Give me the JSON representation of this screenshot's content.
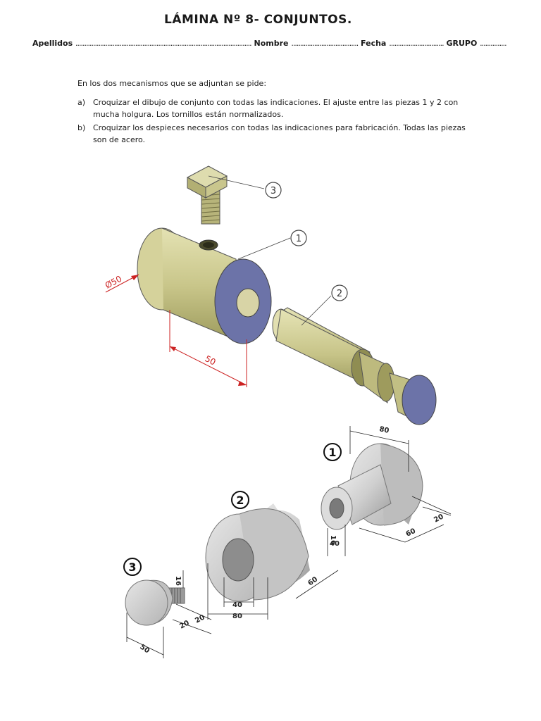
{
  "title": "LÁMINA Nº 8- CONJUNTOS.",
  "header": {
    "apellidos_label": "Apellidos",
    "apellidos_dots": "....................................................................................................",
    "nombre_label": "Nombre",
    "nombre_dots": "......................................",
    "fecha_label": "Fecha",
    "fecha_dots": "...............................",
    "grupo_label": "GRUPO",
    "grupo_dots": "..............."
  },
  "intro": "En los dos mecanismos que se adjuntan se pide:",
  "items": [
    {
      "label": "a)",
      "text": "Croquizar el dibujo de conjunto con todas las indicaciones. El ajuste entre las piezas 1 y 2 con mucha holgura. Los tornillos están normalizados."
    },
    {
      "label": "b)",
      "text": "Croquizar los despieces necesarios con todas las indicaciones para fabricación. Todas las piezas son de acero."
    }
  ],
  "drawing1": {
    "callout_1": "1",
    "callout_2": "2",
    "callout_3": "3",
    "dim_diameter": "Ø50",
    "dim_length": "50"
  },
  "drawing2": {
    "callout_1": "1",
    "callout_2": "2",
    "callout_3": "3",
    "p1_dim_top": "80",
    "p1_dim_60": "60",
    "p1_dim_20": "20",
    "p1_dim_16": "16",
    "p1_dim_40": "40",
    "p2_dim_60": "60",
    "p2_dim_40": "40",
    "p2_dim_80": "80",
    "p3_dim_16": "16",
    "p3_dim_20a": "20",
    "p3_dim_20b": "20",
    "p3_dim_50": "50"
  }
}
